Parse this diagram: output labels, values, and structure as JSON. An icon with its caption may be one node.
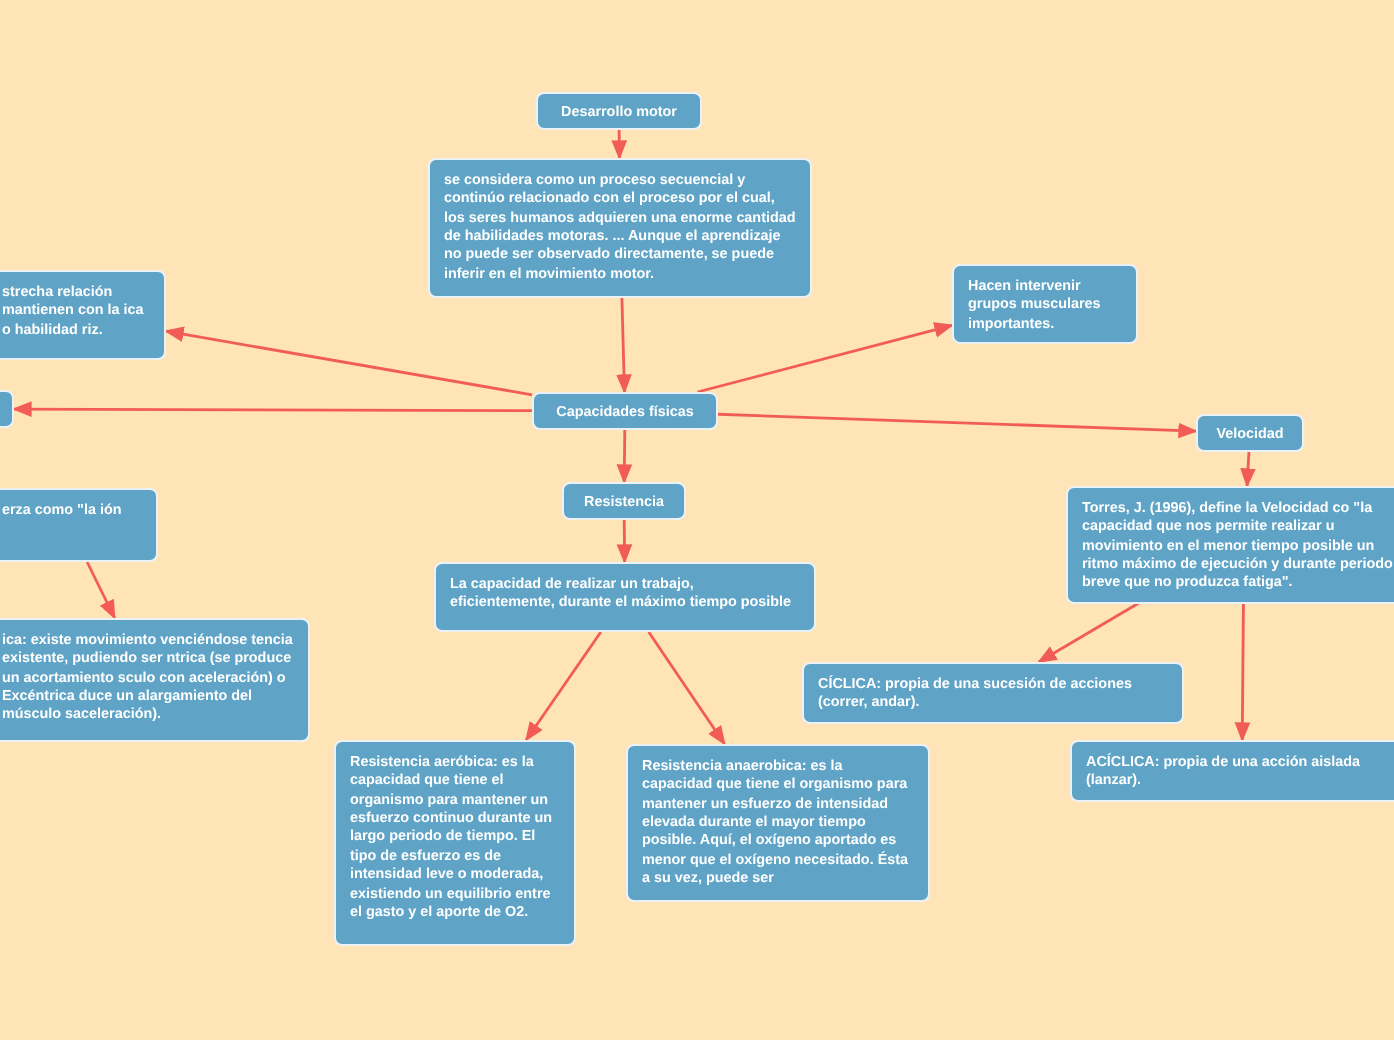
{
  "diagram": {
    "nodes": [
      {
        "text": [
          "Desarrollo motor"
        ]
      },
      {
        "text": [
          "se considera como un proceso secuencial y continúo relacionado con el proceso por el cual, los seres humanos adquieren una enorme cantidad de habilidades motoras. ... Aunque el aprendizaje no puede ser observado directamente, se puede inferir en el movimiento motor."
        ]
      },
      {
        "text": [
          "Capacidades físicas"
        ]
      },
      {
        "text": [
          "strecha relación mantienen con la ica o habilidad riz."
        ]
      },
      {
        "text": [],
        "shape": "box"
      },
      {
        "text": [
          "Hacen intervenir grupos musculares importantes."
        ]
      },
      {
        "text": [
          "Resistencia"
        ]
      },
      {
        "text": [
          "Velocidad"
        ]
      },
      {
        "text": [
          "erza como \"la ión"
        ]
      },
      {
        "text": [
          "La capacidad de realizar un trabajo, eficientemente, durante el máximo tiempo posible"
        ]
      },
      {
        "text": [
          "Torres, J. (1996), define la Velocidad co \"la capacidad que nos permite realizar u movimiento en el menor tiempo posible un ritmo máximo de ejecución y durante periodo breve que no produzca fatiga\"."
        ]
      },
      {
        "text": [
          "ica: existe movimiento venciéndose tencia existente, pudiendo ser ntrica (se produce un acortamiento sculo con aceleración) o Excéntrica duce un alargamiento del músculo saceleración)."
        ]
      },
      {
        "text": [
          "CÍCLICA: propia de una sucesión de acciones (correr, andar)."
        ]
      },
      {
        "text": [
          "Resistencia aeróbica: es la capacidad que tiene el organismo para mantener un esfuerzo continuo durante un largo periodo de tiempo. El tipo de esfuerzo es de intensidad leve o moderada, existiendo un equilibrio entre el gasto y el aporte de O2."
        ]
      },
      {
        "text": [
          "Resistencia anaerobica: es la capacidad que tiene el organismo para mantener un esfuerzo de intensidad elevada durante el mayor tiempo posible. Aquí, el oxígeno aportado es menor que el oxígeno necesitado. Ésta a su vez, puede ser"
        ]
      },
      {
        "text": [
          "ACÍCLICA: propia de una acción aislada (lanzar)."
        ]
      }
    ],
    "edges": [
      {
        "from": 0,
        "to": 1,
        "arrow": "to"
      },
      {
        "from": 1,
        "to": 2,
        "arrow": "to"
      },
      {
        "from": 2,
        "to": 3,
        "arrow": "to"
      },
      {
        "from": 2,
        "to": 4,
        "arrow": "to"
      },
      {
        "from": 2,
        "to": 5,
        "arrow": "to"
      },
      {
        "from": 2,
        "to": 6,
        "arrow": "to"
      },
      {
        "from": 2,
        "to": 7,
        "arrow": "to"
      },
      {
        "from": 6,
        "to": 9,
        "arrow": "to"
      },
      {
        "from": 7,
        "to": 10,
        "arrow": "to"
      },
      {
        "from": 8,
        "to": 11,
        "arrow": "to"
      },
      {
        "from": 9,
        "to": 13,
        "arrow": "to"
      },
      {
        "from": 9,
        "to": 14,
        "arrow": "to"
      },
      {
        "from": 10,
        "to": 12,
        "arrow": "to"
      },
      {
        "from": 10,
        "to": 15,
        "arrow": "to"
      }
    ]
  }
}
